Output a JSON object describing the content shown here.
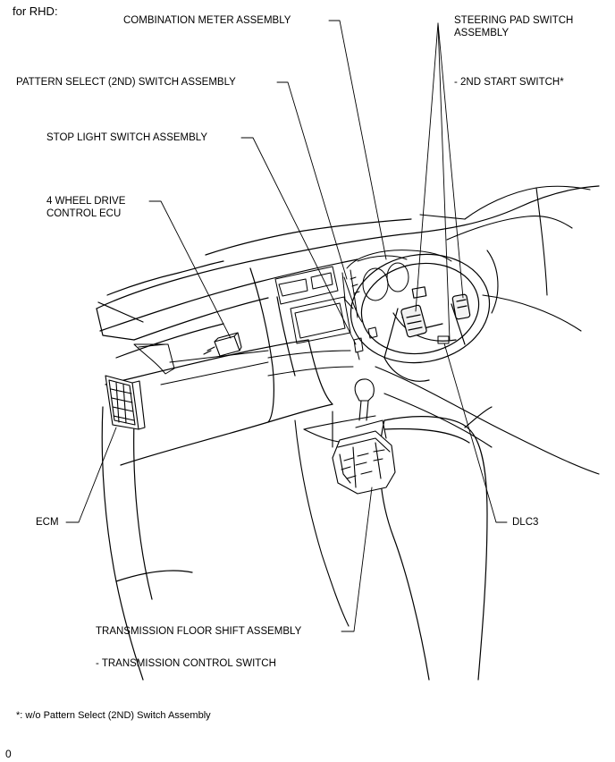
{
  "header": {
    "title": "for RHD:"
  },
  "labels": {
    "combination_meter": "COMBINATION METER ASSEMBLY",
    "steering_pad": "STEERING PAD SWITCH\nASSEMBLY",
    "second_start": "- 2ND START SWITCH*",
    "pattern_select": "PATTERN SELECT (2ND) SWITCH ASSEMBLY",
    "stop_light": "STOP LIGHT SWITCH ASSEMBLY",
    "four_wd_ecu": "4 WHEEL DRIVE\nCONTROL ECU",
    "ecm": "ECM",
    "dlc3": "DLC3",
    "transmission_shift": "TRANSMISSION FLOOR SHIFT ASSEMBLY",
    "transmission_switch": "- TRANSMISSION CONTROL SWITCH"
  },
  "footnote": "*: w/o Pattern Select (2ND) Switch Assembly",
  "page_marker": "0"
}
